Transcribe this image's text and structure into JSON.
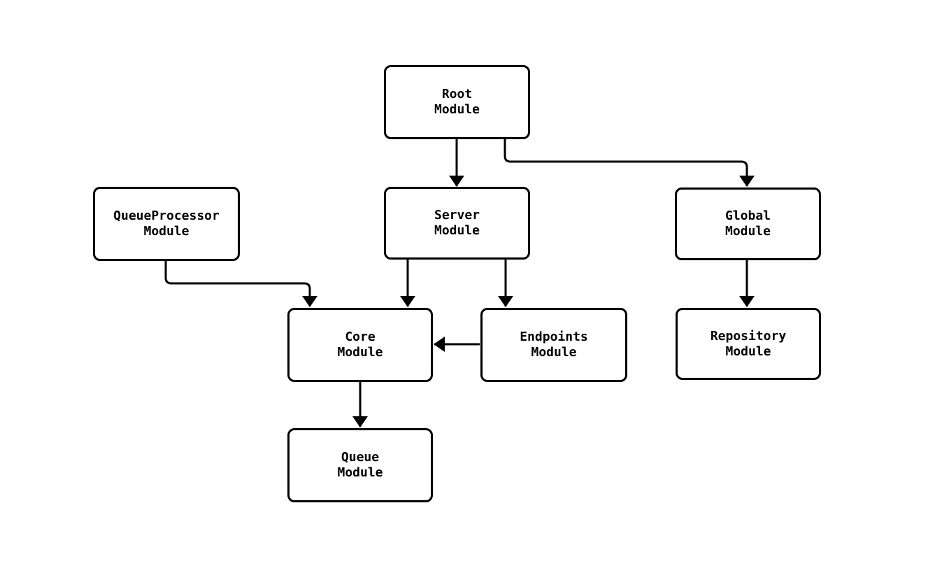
{
  "diagram": {
    "type": "module-dependency-flowchart",
    "colors": {
      "background": "#ffffff",
      "node_fill": "#ffffff",
      "stroke": "#000000",
      "text": "#000000"
    },
    "nodes": {
      "root": {
        "line1": "Root",
        "line2": "Module"
      },
      "queue_processor": {
        "line1": "QueueProcessor",
        "line2": "Module"
      },
      "server": {
        "line1": "Server",
        "line2": "Module"
      },
      "global": {
        "line1": "Global",
        "line2": "Module"
      },
      "core": {
        "line1": "Core",
        "line2": "Module"
      },
      "endpoints": {
        "line1": "Endpoints",
        "line2": "Module"
      },
      "repository": {
        "line1": "Repository",
        "line2": "Module"
      },
      "queue": {
        "line1": "Queue",
        "line2": "Module"
      }
    },
    "edges": [
      {
        "from": "Root Module",
        "to": "Server Module"
      },
      {
        "from": "Root Module",
        "to": "Global Module"
      },
      {
        "from": "QueueProcessor Module",
        "to": "Core Module"
      },
      {
        "from": "Server Module",
        "to": "Core Module"
      },
      {
        "from": "Server Module",
        "to": "Endpoints Module"
      },
      {
        "from": "Endpoints Module",
        "to": "Core Module"
      },
      {
        "from": "Global Module",
        "to": "Repository Module"
      },
      {
        "from": "Core Module",
        "to": "Queue Module"
      }
    ]
  }
}
